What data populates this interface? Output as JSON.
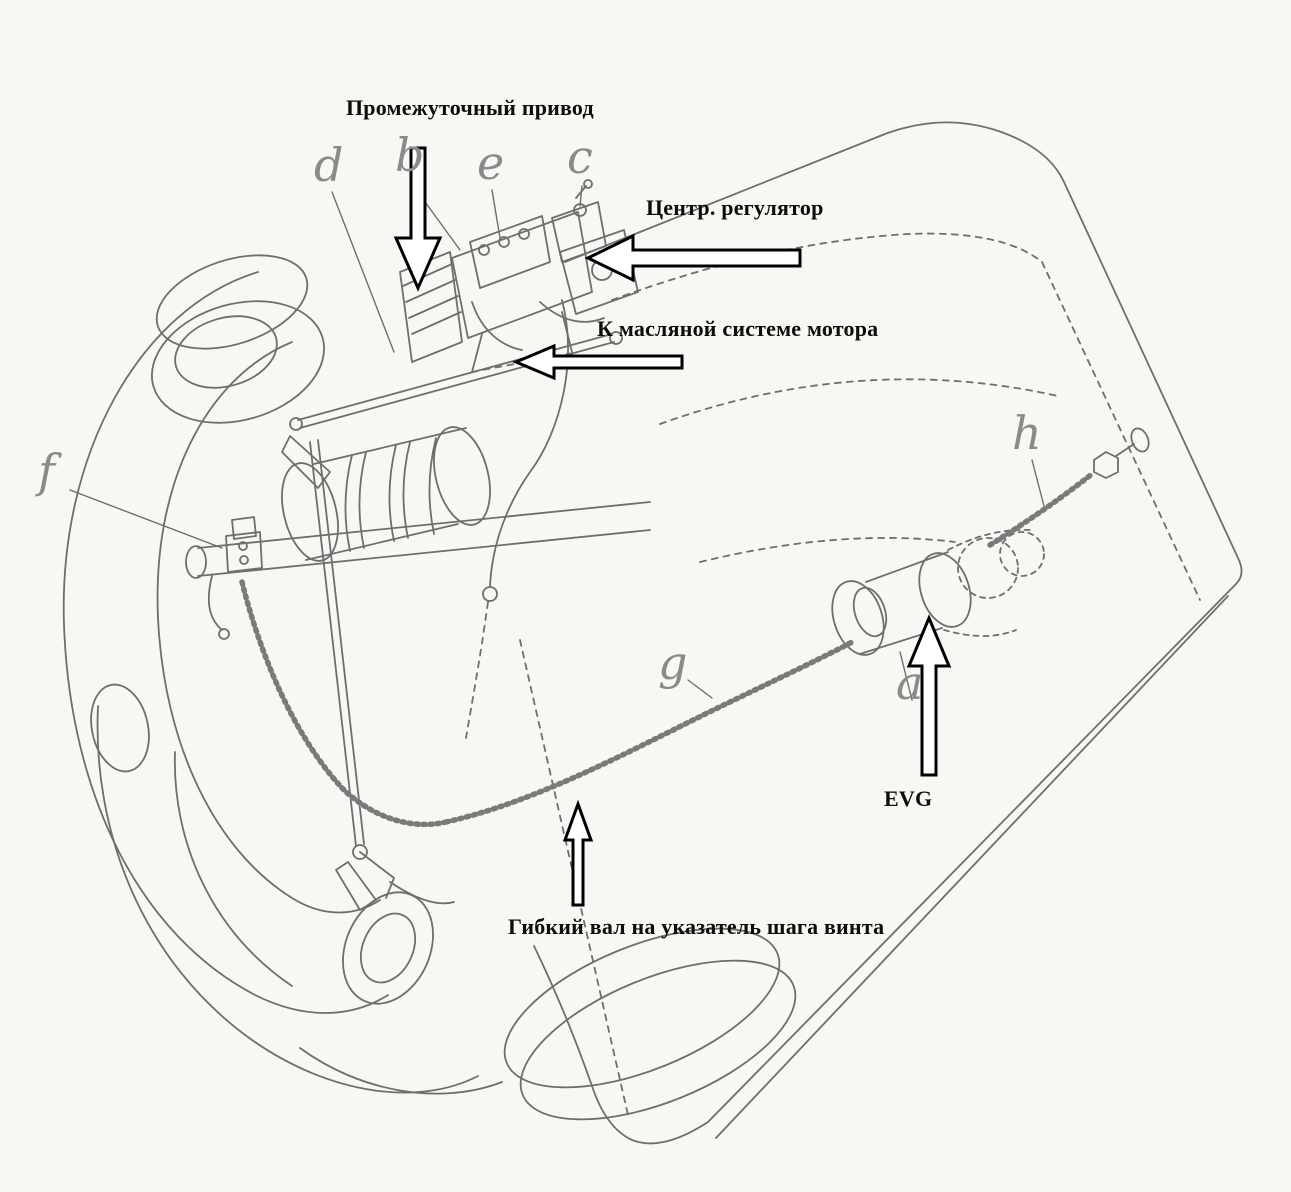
{
  "colors": {
    "background": "#f8f7f4",
    "label_ink": "#0d0d0d",
    "line_art": "#6e6e6e",
    "letter_gray": "#8a8a8a",
    "arrow_fill": "#ffffff",
    "arrow_stroke": "#000000"
  },
  "labels": {
    "intermediate_drive": "Промежуточный привод",
    "central_governor": "Центр. регулятор",
    "oil_system": "К масляной системе мотора",
    "evg": "EVG",
    "flexible_shaft": "Гибкий вал на указатель шага винта"
  },
  "letters": {
    "d": "d",
    "b": "b",
    "e": "e",
    "c": "c",
    "f": "f",
    "g": "g",
    "h": "h",
    "a": "a"
  }
}
